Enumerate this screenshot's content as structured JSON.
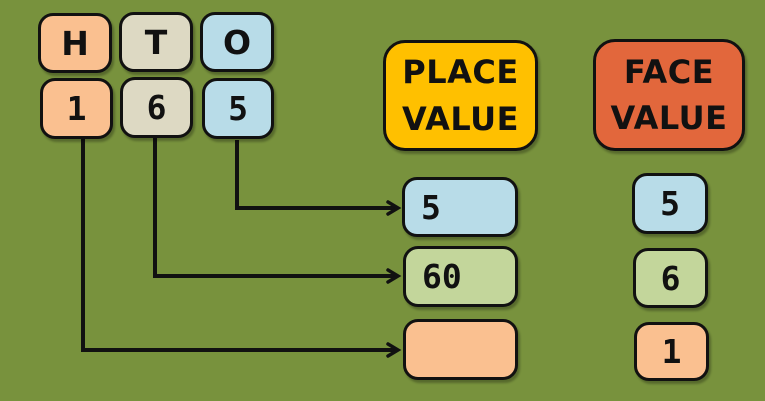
{
  "title": "Place value and face value diagram for 165",
  "colors": {
    "background": "#78923D",
    "peach_orange": "#FAC090",
    "tan": "#DDD9C3",
    "powder_blue": "#B8DCE8",
    "light_green": "#C3D69B",
    "gold_yellow": "#FFC000",
    "red_orange": "#E2673C",
    "line_black": "#111111"
  },
  "digit_table": {
    "columns": [
      {
        "place_label": "H",
        "digit": "1"
      },
      {
        "place_label": "T",
        "digit": "6"
      },
      {
        "place_label": "O",
        "digit": "5"
      }
    ]
  },
  "place_value": {
    "header_line1": "PLACE",
    "header_line2": "VALUE",
    "results": [
      {
        "value": "5"
      },
      {
        "value": "60"
      },
      {
        "value": ""
      }
    ]
  },
  "face_value": {
    "header_line1": "FACE",
    "header_line2": "VALUE",
    "results": [
      {
        "value": "5"
      },
      {
        "value": "6"
      },
      {
        "value": "1"
      }
    ]
  },
  "icons": {
    "arrow_ones": "elbow-arrow-right",
    "arrow_tens": "elbow-arrow-right",
    "arrow_hundreds": "elbow-arrow-right"
  }
}
